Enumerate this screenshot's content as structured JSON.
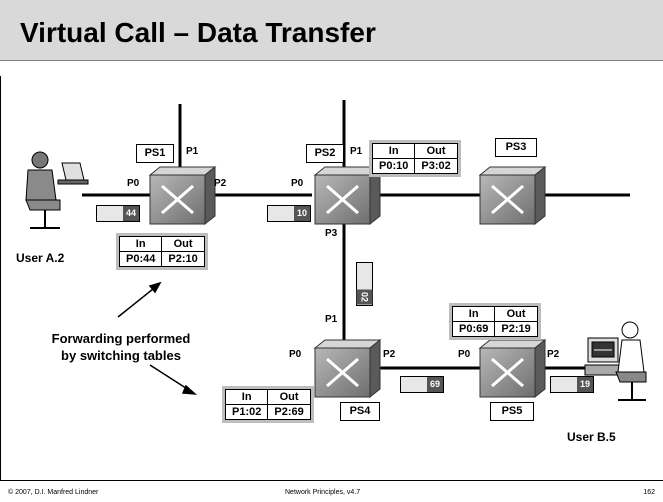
{
  "slide": {
    "title": "Virtual Call – Data Transfer",
    "footer_left": "© 2007, D.I. Manfred Lindner",
    "footer_center": "Network Principles, v4.7",
    "page_number": "162"
  },
  "switches": {
    "ps1": "PS1",
    "ps2": "PS2",
    "ps3": "PS3",
    "ps4": "PS4",
    "ps5": "PS5"
  },
  "ports": {
    "ps1_p1": "P1",
    "ps1_p0": "P0",
    "ps1_p2": "P2",
    "ps2_p1": "P1",
    "ps2_p0": "P0",
    "ps2_p3": "P3",
    "ps4_p1": "P1",
    "ps4_p0": "P0",
    "ps4_p2": "P2",
    "ps5_p0": "P0",
    "ps5_p2": "P2"
  },
  "users": {
    "a": "User A.2",
    "b": "User B.5"
  },
  "tables": {
    "ps1": {
      "in_header": "In",
      "out_header": "Out",
      "in": "P0:44",
      "out": "P2:10"
    },
    "ps2": {
      "in_header": "In",
      "out_header": "Out",
      "in": "P0:10",
      "out": "P3:02"
    },
    "ps4": {
      "in_header": "In",
      "out_header": "Out",
      "in": "P1:02",
      "out": "P2:69"
    },
    "ps5": {
      "in_header": "In",
      "out_header": "Out",
      "in": "P0:69",
      "out": "P2:19"
    }
  },
  "packets": {
    "p1": "44",
    "p2": "10",
    "p3": "02",
    "p4": "69",
    "p5": "19"
  },
  "note": {
    "line1": "Forwarding performed",
    "line2": "by switching tables"
  }
}
